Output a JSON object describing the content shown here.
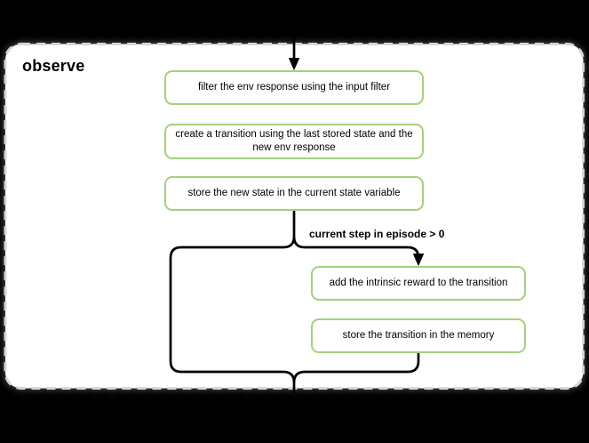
{
  "title": "observe",
  "condition": {
    "label": "current step in episode > 0"
  },
  "nodes": [
    {
      "id": "filter-env-response",
      "label": "filter the env response using the input filter"
    },
    {
      "id": "create-transition",
      "label": "create a transition using the last stored state and the new env response"
    },
    {
      "id": "store-new-state",
      "label": "store the new state in the current state variable"
    },
    {
      "id": "add-intrinsic-reward",
      "label": "add the intrinsic reward to the transition"
    },
    {
      "id": "store-transition",
      "label": "store the transition in the memory"
    }
  ],
  "colors": {
    "background": "#000000",
    "panel_bg": "#ffffff",
    "panel_border": "#d6d6d6",
    "node_border": "#a2d27c",
    "node_bg": "#ffffff",
    "line": "#000000",
    "text": "#000000"
  }
}
